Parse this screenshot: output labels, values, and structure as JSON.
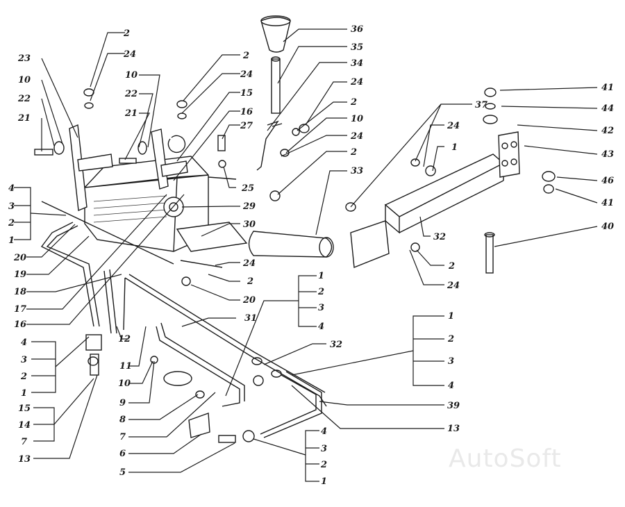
{
  "watermark": "AutoSoft",
  "callouts": [
    {
      "id": "c1",
      "text": "2"
    },
    {
      "id": "c2",
      "text": "24"
    },
    {
      "id": "c3",
      "text": "23"
    },
    {
      "id": "c4",
      "text": "10"
    },
    {
      "id": "c5",
      "text": "22"
    },
    {
      "id": "c6",
      "text": "21"
    },
    {
      "id": "c7",
      "text": "10"
    },
    {
      "id": "c8",
      "text": "22"
    },
    {
      "id": "c9",
      "text": "21"
    },
    {
      "id": "c10",
      "text": "2"
    },
    {
      "id": "c11",
      "text": "24"
    },
    {
      "id": "c12",
      "text": "15"
    },
    {
      "id": "c13",
      "text": "16"
    },
    {
      "id": "c14",
      "text": "27"
    },
    {
      "id": "c15",
      "text": "36"
    },
    {
      "id": "c16",
      "text": "35"
    },
    {
      "id": "c17",
      "text": "34"
    },
    {
      "id": "c18",
      "text": "24"
    },
    {
      "id": "c19",
      "text": "2"
    },
    {
      "id": "c20",
      "text": "10"
    },
    {
      "id": "c21",
      "text": "24"
    },
    {
      "id": "c22",
      "text": "2"
    },
    {
      "id": "c23",
      "text": "33"
    },
    {
      "id": "c24",
      "text": "25"
    },
    {
      "id": "c25",
      "text": "29"
    },
    {
      "id": "c26",
      "text": "30"
    },
    {
      "id": "c27",
      "text": "24"
    },
    {
      "id": "c28",
      "text": "2"
    },
    {
      "id": "c29",
      "text": "20"
    },
    {
      "id": "c30",
      "text": "4"
    },
    {
      "id": "c31",
      "text": "3"
    },
    {
      "id": "c32",
      "text": "2"
    },
    {
      "id": "c33",
      "text": "1"
    },
    {
      "id": "c34",
      "text": "20"
    },
    {
      "id": "c35",
      "text": "19"
    },
    {
      "id": "c36",
      "text": "18"
    },
    {
      "id": "c37",
      "text": "17"
    },
    {
      "id": "c38",
      "text": "16"
    },
    {
      "id": "c39",
      "text": "12"
    },
    {
      "id": "c40",
      "text": "11"
    },
    {
      "id": "c41",
      "text": "10"
    },
    {
      "id": "c42",
      "text": "9"
    },
    {
      "id": "c43",
      "text": "8"
    },
    {
      "id": "c44",
      "text": "7"
    },
    {
      "id": "c45",
      "text": "6"
    },
    {
      "id": "c46",
      "text": "5"
    },
    {
      "id": "c47",
      "text": "4"
    },
    {
      "id": "c48",
      "text": "3"
    },
    {
      "id": "c49",
      "text": "2"
    },
    {
      "id": "c50",
      "text": "1"
    },
    {
      "id": "c51",
      "text": "15"
    },
    {
      "id": "c52",
      "text": "14"
    },
    {
      "id": "c53",
      "text": "7"
    },
    {
      "id": "c54",
      "text": "13"
    },
    {
      "id": "c55",
      "text": "31"
    },
    {
      "id": "c56",
      "text": "1"
    },
    {
      "id": "c57",
      "text": "2"
    },
    {
      "id": "c58",
      "text": "3"
    },
    {
      "id": "c59",
      "text": "4"
    },
    {
      "id": "c60",
      "text": "32"
    },
    {
      "id": "c61",
      "text": "1"
    },
    {
      "id": "c62",
      "text": "2"
    },
    {
      "id": "c63",
      "text": "3"
    },
    {
      "id": "c64",
      "text": "4"
    },
    {
      "id": "c65",
      "text": "39"
    },
    {
      "id": "c66",
      "text": "13"
    },
    {
      "id": "c67",
      "text": "4"
    },
    {
      "id": "c68",
      "text": "3"
    },
    {
      "id": "c69",
      "text": "2"
    },
    {
      "id": "c70",
      "text": "1"
    },
    {
      "id": "c71",
      "text": "37"
    },
    {
      "id": "c72",
      "text": "24"
    },
    {
      "id": "c73",
      "text": "1"
    },
    {
      "id": "c74",
      "text": "32"
    },
    {
      "id": "c75",
      "text": "2"
    },
    {
      "id": "c76",
      "text": "24"
    },
    {
      "id": "c77",
      "text": "41"
    },
    {
      "id": "c78",
      "text": "44"
    },
    {
      "id": "c79",
      "text": "42"
    },
    {
      "id": "c80",
      "text": "43"
    },
    {
      "id": "c81",
      "text": "46"
    },
    {
      "id": "c82",
      "text": "41"
    },
    {
      "id": "c83",
      "text": "40"
    }
  ]
}
